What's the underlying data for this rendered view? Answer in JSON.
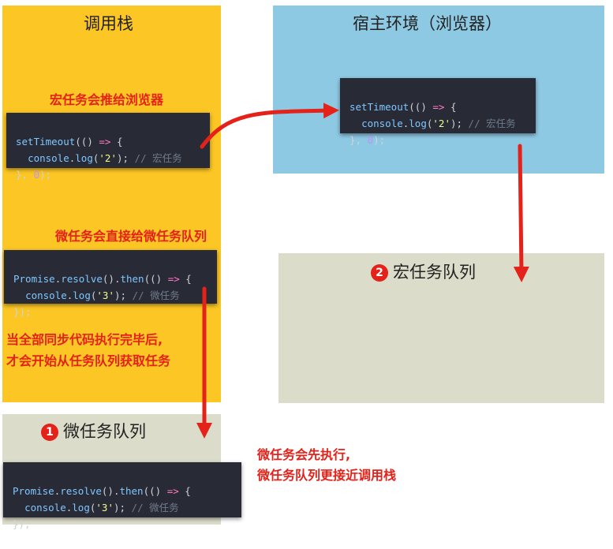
{
  "call_stack": {
    "title": "调用栈",
    "color": "#fcc624"
  },
  "host_env": {
    "title": "宿主环境（浏览器）",
    "color": "#8ec9e3"
  },
  "macro_queue": {
    "badge": "2",
    "title": "宏任务队列",
    "color": "#dcdccb"
  },
  "micro_queue": {
    "badge": "1",
    "title": "微任务队列",
    "color": "#dcdccb"
  },
  "code": {
    "settimeout": {
      "line1": "setTimeout(() => {",
      "line2": "  console.log('2'); // 宏任务",
      "line3": "}, 0);"
    },
    "promise": {
      "line1": "Promise.resolve().then(() => {",
      "line2": "  console.log('3'); // 微任务",
      "line3": "});"
    }
  },
  "notes": {
    "macro_to_browser": "宏任务会推给浏览器",
    "micro_to_queue": "微任务会直接给微任务队列",
    "sync_done_line1": "当全部同步代码执行完毕后,",
    "sync_done_line2": "才会开始从任务队列获取任务",
    "micro_first_line1": "微任务会先执行,",
    "micro_first_line2": "微任务队列更接近调用栈"
  },
  "accent_color": "#e5221a"
}
